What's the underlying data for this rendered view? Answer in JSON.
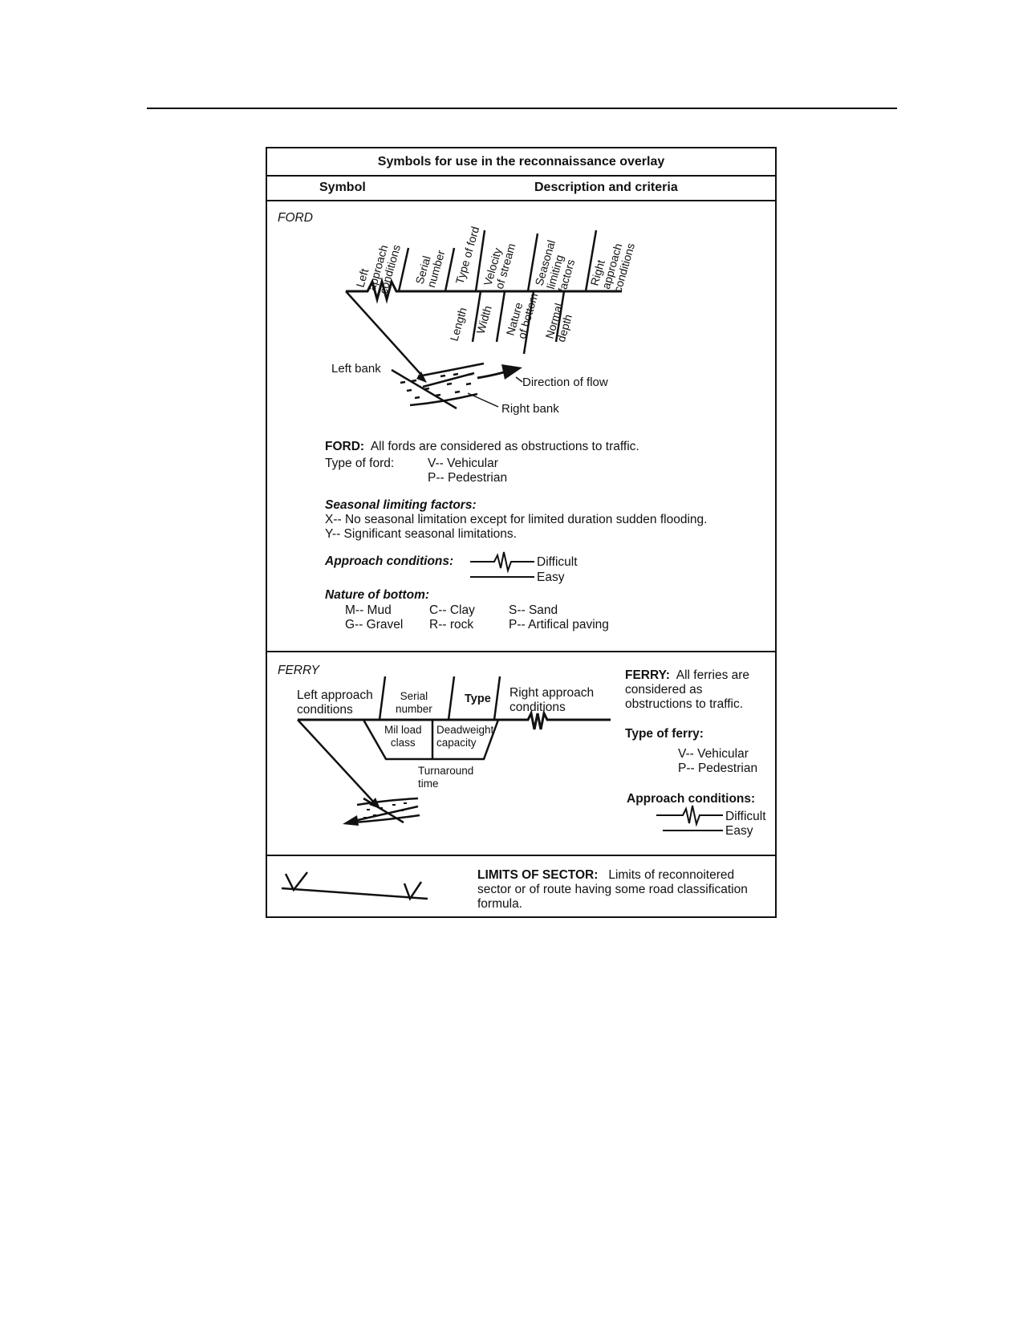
{
  "table": {
    "title": "Symbols for use in the reconnaissance overlay",
    "col_symbol": "Symbol",
    "col_description": "Description and criteria"
  },
  "ford": {
    "section_label": "FORD",
    "diagram": {
      "top_labels": [
        [
          "Left",
          "approach",
          "conditions"
        ],
        [
          "Serial",
          "number"
        ],
        [
          "Type of ford"
        ],
        [
          "Velocity",
          "of stream"
        ],
        [
          "Seasonal",
          "limiting",
          "factors"
        ],
        [
          "Right",
          "approach",
          "conditions"
        ]
      ],
      "bottom_labels": [
        [
          "Length"
        ],
        [
          "Width"
        ],
        [
          "Nature",
          "of bottom"
        ],
        [
          "Normal",
          "depth"
        ]
      ],
      "left_bank": "Left bank",
      "direction_of_flow": "Direction of flow",
      "right_bank": "Right bank"
    },
    "heading": "FORD:",
    "heading_text": "All fords are considered as obstructions to traffic.",
    "type_label": "Type of ford:",
    "type_v": "V-- Vehicular",
    "type_p": "P-- Pedestrian",
    "seasonal_heading": "Seasonal limiting factors:",
    "seasonal_x": "X-- No seasonal limitation except for limited duration sudden flooding.",
    "seasonal_y": "Y-- Significant seasonal limitations.",
    "approach_heading": "Approach conditions:",
    "approach_difficult": "Difficult",
    "approach_easy": "Easy",
    "bottom_heading": "Nature of bottom:",
    "bottom_items": [
      "M-- Mud",
      "G-- Gravel",
      "C-- Clay",
      "R-- rock",
      "S-- Sand",
      "P-- Artifical paving"
    ]
  },
  "ferry": {
    "section_label": "FERRY",
    "diagram": {
      "left_approach": [
        "Left approach",
        "conditions"
      ],
      "serial_number": [
        "Serial",
        "number"
      ],
      "type": "Type",
      "right_approach": [
        "Right approach",
        "conditions"
      ],
      "mil_load": [
        "Mil load",
        "class"
      ],
      "deadweight": [
        "Deadweight",
        "capacity"
      ],
      "turnaround": [
        "Turnaround",
        "time"
      ]
    },
    "heading": "FERRY:",
    "heading_text": [
      "All ferries are",
      "considered as",
      "obstructions to traffic."
    ],
    "type_heading": "Type of ferry:",
    "type_v": "V-- Vehicular",
    "type_p": "P-- Pedestrian",
    "approach_heading": "Approach conditions:",
    "approach_difficult": "Difficult",
    "approach_easy": "Easy"
  },
  "limits": {
    "heading": "LIMITS OF SECTOR:",
    "text_1": "Limits of reconnoitered",
    "text_2": "sector or of route having some road classification",
    "text_3": "formula."
  }
}
